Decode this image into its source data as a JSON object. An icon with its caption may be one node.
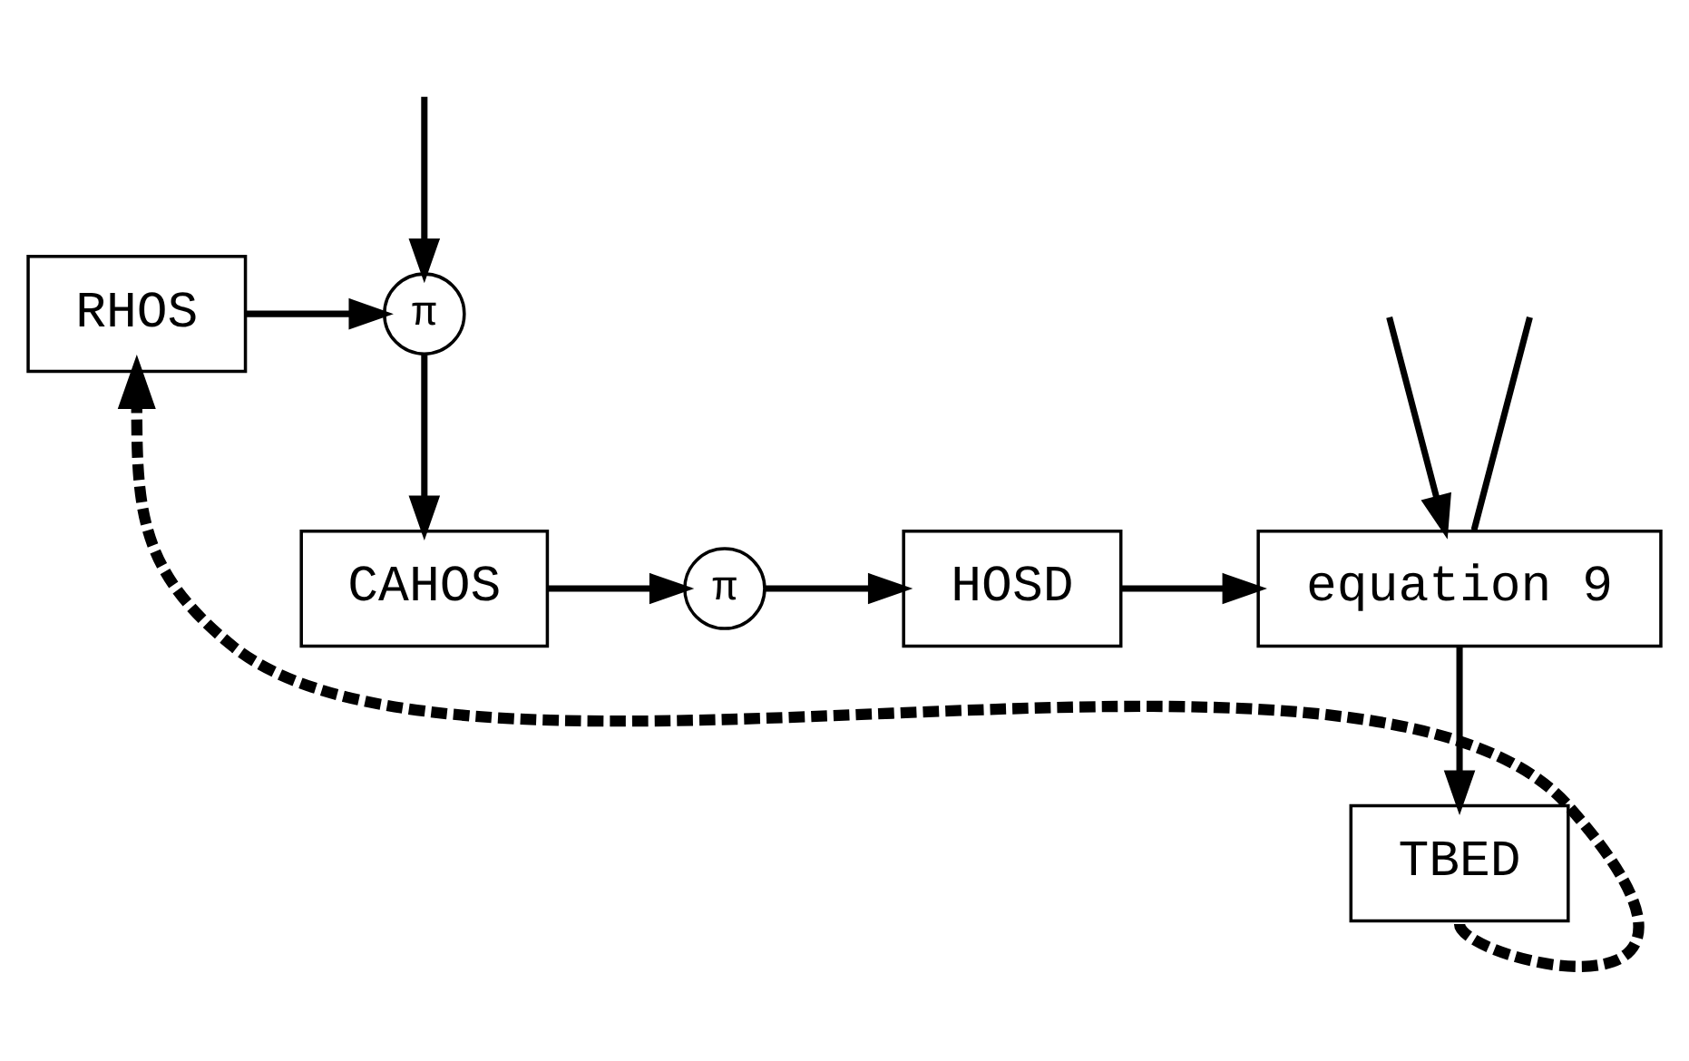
{
  "diagram": {
    "nodes": [
      {
        "text": [
          "RHOS"
        ]
      },
      {
        "text": [
          "π"
        ]
      },
      {
        "text": [
          "CAHOS"
        ]
      },
      {
        "text": [
          "π"
        ]
      },
      {
        "text": [
          "HOSD"
        ]
      },
      {
        "text": [
          "equation 9"
        ]
      },
      {
        "text": [
          "TBED"
        ]
      }
    ],
    "edges": [
      {
        "from": null,
        "to": 1,
        "arrow": "to"
      },
      {
        "from": 0,
        "to": 1,
        "arrow": "to"
      },
      {
        "from": 1,
        "to": 2,
        "arrow": "to"
      },
      {
        "from": 2,
        "to": 3,
        "arrow": "to"
      },
      {
        "from": 3,
        "to": 4,
        "arrow": "to"
      },
      {
        "from": 4,
        "to": 5,
        "arrow": "to"
      },
      {
        "from": null,
        "to": 5,
        "arrow": "none"
      },
      {
        "from": null,
        "to": 5,
        "arrow": "to"
      },
      {
        "from": 5,
        "to": 6,
        "arrow": "to"
      },
      {
        "from": 6,
        "to": 0,
        "arrow": "to",
        "style": "dashed"
      }
    ]
  }
}
